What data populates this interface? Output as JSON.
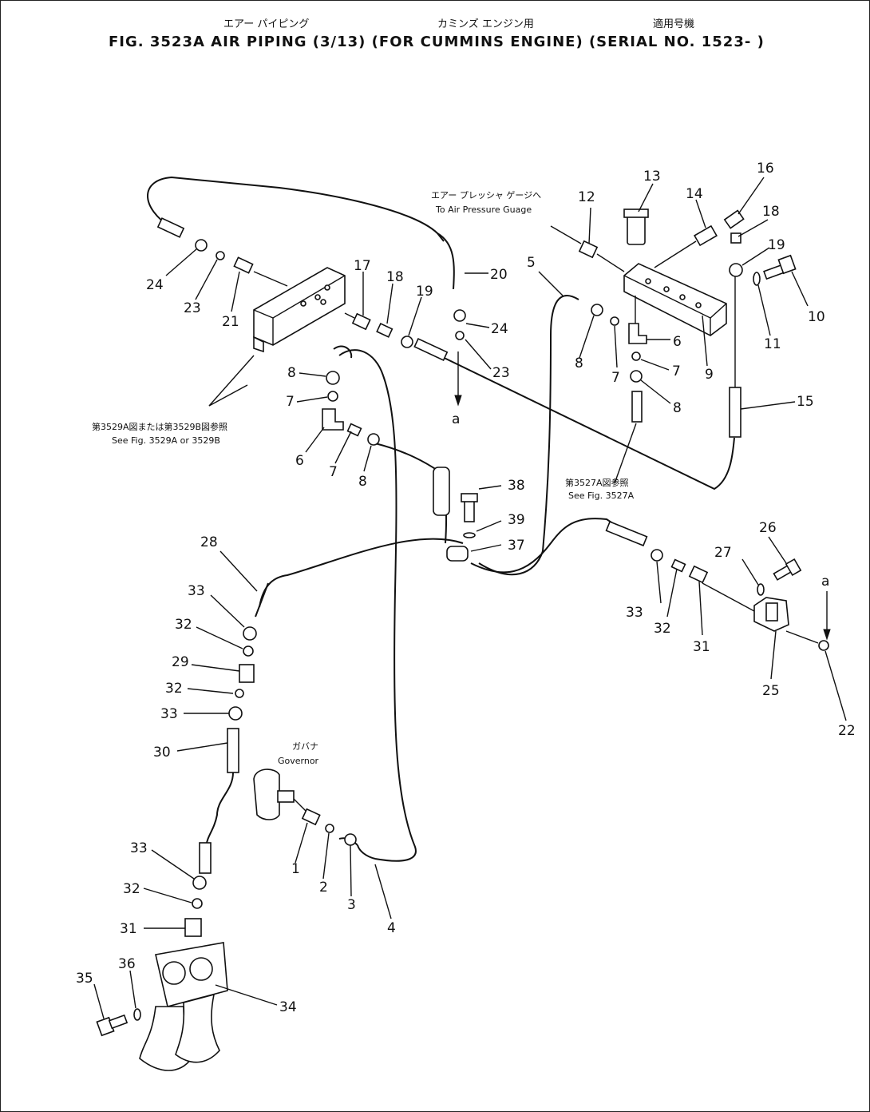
{
  "title": {
    "jp_left": "エアー パイピング",
    "jp_mid": "カミンズ エンジン用",
    "jp_right": "適用号機",
    "main": "FIG. 3523A  AIR PIPING (3/13) (FOR CUMMINS ENGINE) (SERIAL NO. 1523- )"
  },
  "notes": {
    "gauge_jp": "エアー プレッシャ ゲージへ",
    "gauge_en": "To Air Pressure Guage",
    "fig3529_jp": "第3529A図または第3529B図参照",
    "fig3529_en": "See Fig. 3529A or 3529B",
    "fig3527_jp": "第3527A図参照",
    "fig3527_en": "See Fig. 3527A",
    "governor_jp": "ガバナ",
    "governor_en": "Governor",
    "mark_a": "a"
  },
  "labels": [
    {
      "id": "l1",
      "text": "1"
    },
    {
      "id": "l2",
      "text": "2"
    },
    {
      "id": "l3",
      "text": "3"
    },
    {
      "id": "l4",
      "text": "4"
    },
    {
      "id": "l5",
      "text": "5"
    },
    {
      "id": "l6a",
      "text": "6"
    },
    {
      "id": "l6b",
      "text": "6"
    },
    {
      "id": "l7a",
      "text": "7"
    },
    {
      "id": "l7b",
      "text": "7"
    },
    {
      "id": "l7c",
      "text": "7"
    },
    {
      "id": "l7d",
      "text": "7"
    },
    {
      "id": "l8a",
      "text": "8"
    },
    {
      "id": "l8b",
      "text": "8"
    },
    {
      "id": "l8c",
      "text": "8"
    },
    {
      "id": "l8d",
      "text": "8"
    },
    {
      "id": "l9",
      "text": "9"
    },
    {
      "id": "l10",
      "text": "10"
    },
    {
      "id": "l11",
      "text": "11"
    },
    {
      "id": "l12",
      "text": "12"
    },
    {
      "id": "l13",
      "text": "13"
    },
    {
      "id": "l14",
      "text": "14"
    },
    {
      "id": "l15",
      "text": "15"
    },
    {
      "id": "l16",
      "text": "16"
    },
    {
      "id": "l17",
      "text": "17"
    },
    {
      "id": "l18a",
      "text": "18"
    },
    {
      "id": "l18b",
      "text": "18"
    },
    {
      "id": "l19a",
      "text": "19"
    },
    {
      "id": "l19b",
      "text": "19"
    },
    {
      "id": "l20",
      "text": "20"
    },
    {
      "id": "l21",
      "text": "21"
    },
    {
      "id": "l22",
      "text": "22"
    },
    {
      "id": "l23a",
      "text": "23"
    },
    {
      "id": "l23b",
      "text": "23"
    },
    {
      "id": "l24a",
      "text": "24"
    },
    {
      "id": "l24b",
      "text": "24"
    },
    {
      "id": "l25",
      "text": "25"
    },
    {
      "id": "l26",
      "text": "26"
    },
    {
      "id": "l27",
      "text": "27"
    },
    {
      "id": "l28",
      "text": "28"
    },
    {
      "id": "l29",
      "text": "29"
    },
    {
      "id": "l30",
      "text": "30"
    },
    {
      "id": "l31a",
      "text": "31"
    },
    {
      "id": "l31b",
      "text": "31"
    },
    {
      "id": "l32a",
      "text": "32"
    },
    {
      "id": "l32b",
      "text": "32"
    },
    {
      "id": "l32c",
      "text": "32"
    },
    {
      "id": "l32d",
      "text": "32"
    },
    {
      "id": "l33a",
      "text": "33"
    },
    {
      "id": "l33b",
      "text": "33"
    },
    {
      "id": "l33c",
      "text": "33"
    },
    {
      "id": "l33d",
      "text": "33"
    },
    {
      "id": "l34",
      "text": "34"
    },
    {
      "id": "l35",
      "text": "35"
    },
    {
      "id": "l36",
      "text": "36"
    },
    {
      "id": "l37",
      "text": "37"
    },
    {
      "id": "l38",
      "text": "38"
    },
    {
      "id": "l39",
      "text": "39"
    }
  ]
}
